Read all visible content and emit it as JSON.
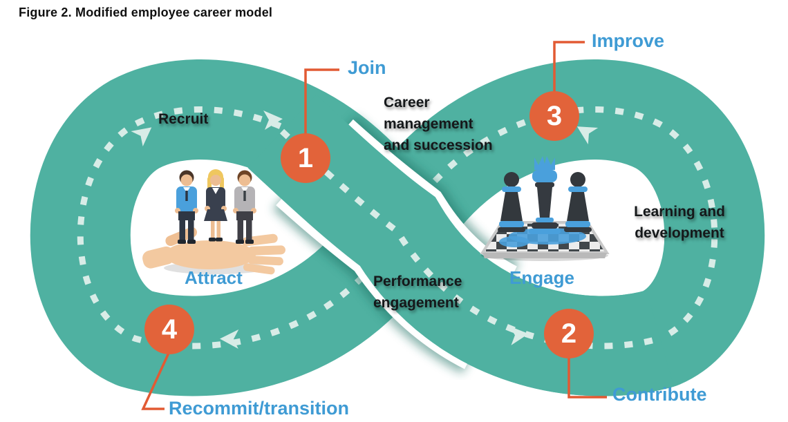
{
  "figure": {
    "title": "Figure 2. Modified employee career model"
  },
  "colors": {
    "ribbon_teal": "#4FB1A1",
    "crossing_shadow": "#1E6F62",
    "milestone_orange": "#E2633A",
    "connector_line": "#E25A33",
    "label_blue": "#3F9BD4",
    "dash_light": "#D8ECE7",
    "label_dark": "#15181A"
  },
  "loops": [
    {
      "name": "attract",
      "center_label": "Attract",
      "icon": "people-in-hand-icon"
    },
    {
      "name": "engage",
      "center_label": "Engage",
      "icon": "chess-pieces-icon"
    }
  ],
  "stages": [
    {
      "id": "recruit",
      "label": "Recruit"
    },
    {
      "id": "career-management",
      "label": "Career\nmanagement\nand succession"
    },
    {
      "id": "learning-development",
      "label": "Learning and\ndevelopment"
    },
    {
      "id": "performance-engagement",
      "label": "Performance\nengagement"
    }
  ],
  "milestones": [
    {
      "number": "1",
      "label": "Join"
    },
    {
      "number": "2",
      "label": "Contribute"
    },
    {
      "number": "3",
      "label": "Improve"
    },
    {
      "number": "4",
      "label": "Recommit/transition"
    }
  ],
  "flow_arrow_icons": [
    "arrow-up-right-icon",
    "arrow-right-icon",
    "arrow-left-icon",
    "arrow-up-left-icon",
    "arrow-right-icon"
  ]
}
